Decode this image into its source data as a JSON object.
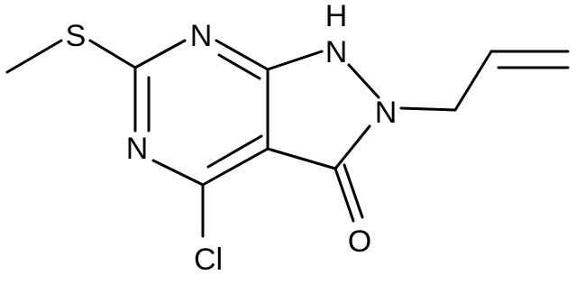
{
  "molecule": {
    "atoms": {
      "sulfur": "S",
      "n_top": "N",
      "nh_h": "H",
      "nh_n": "N",
      "n_right": "N",
      "n_left": "N",
      "chlorine": "Cl",
      "oxygen": "O"
    },
    "colors": {
      "bond": "#000000",
      "label": "#000000",
      "background": "#ffffff"
    }
  }
}
